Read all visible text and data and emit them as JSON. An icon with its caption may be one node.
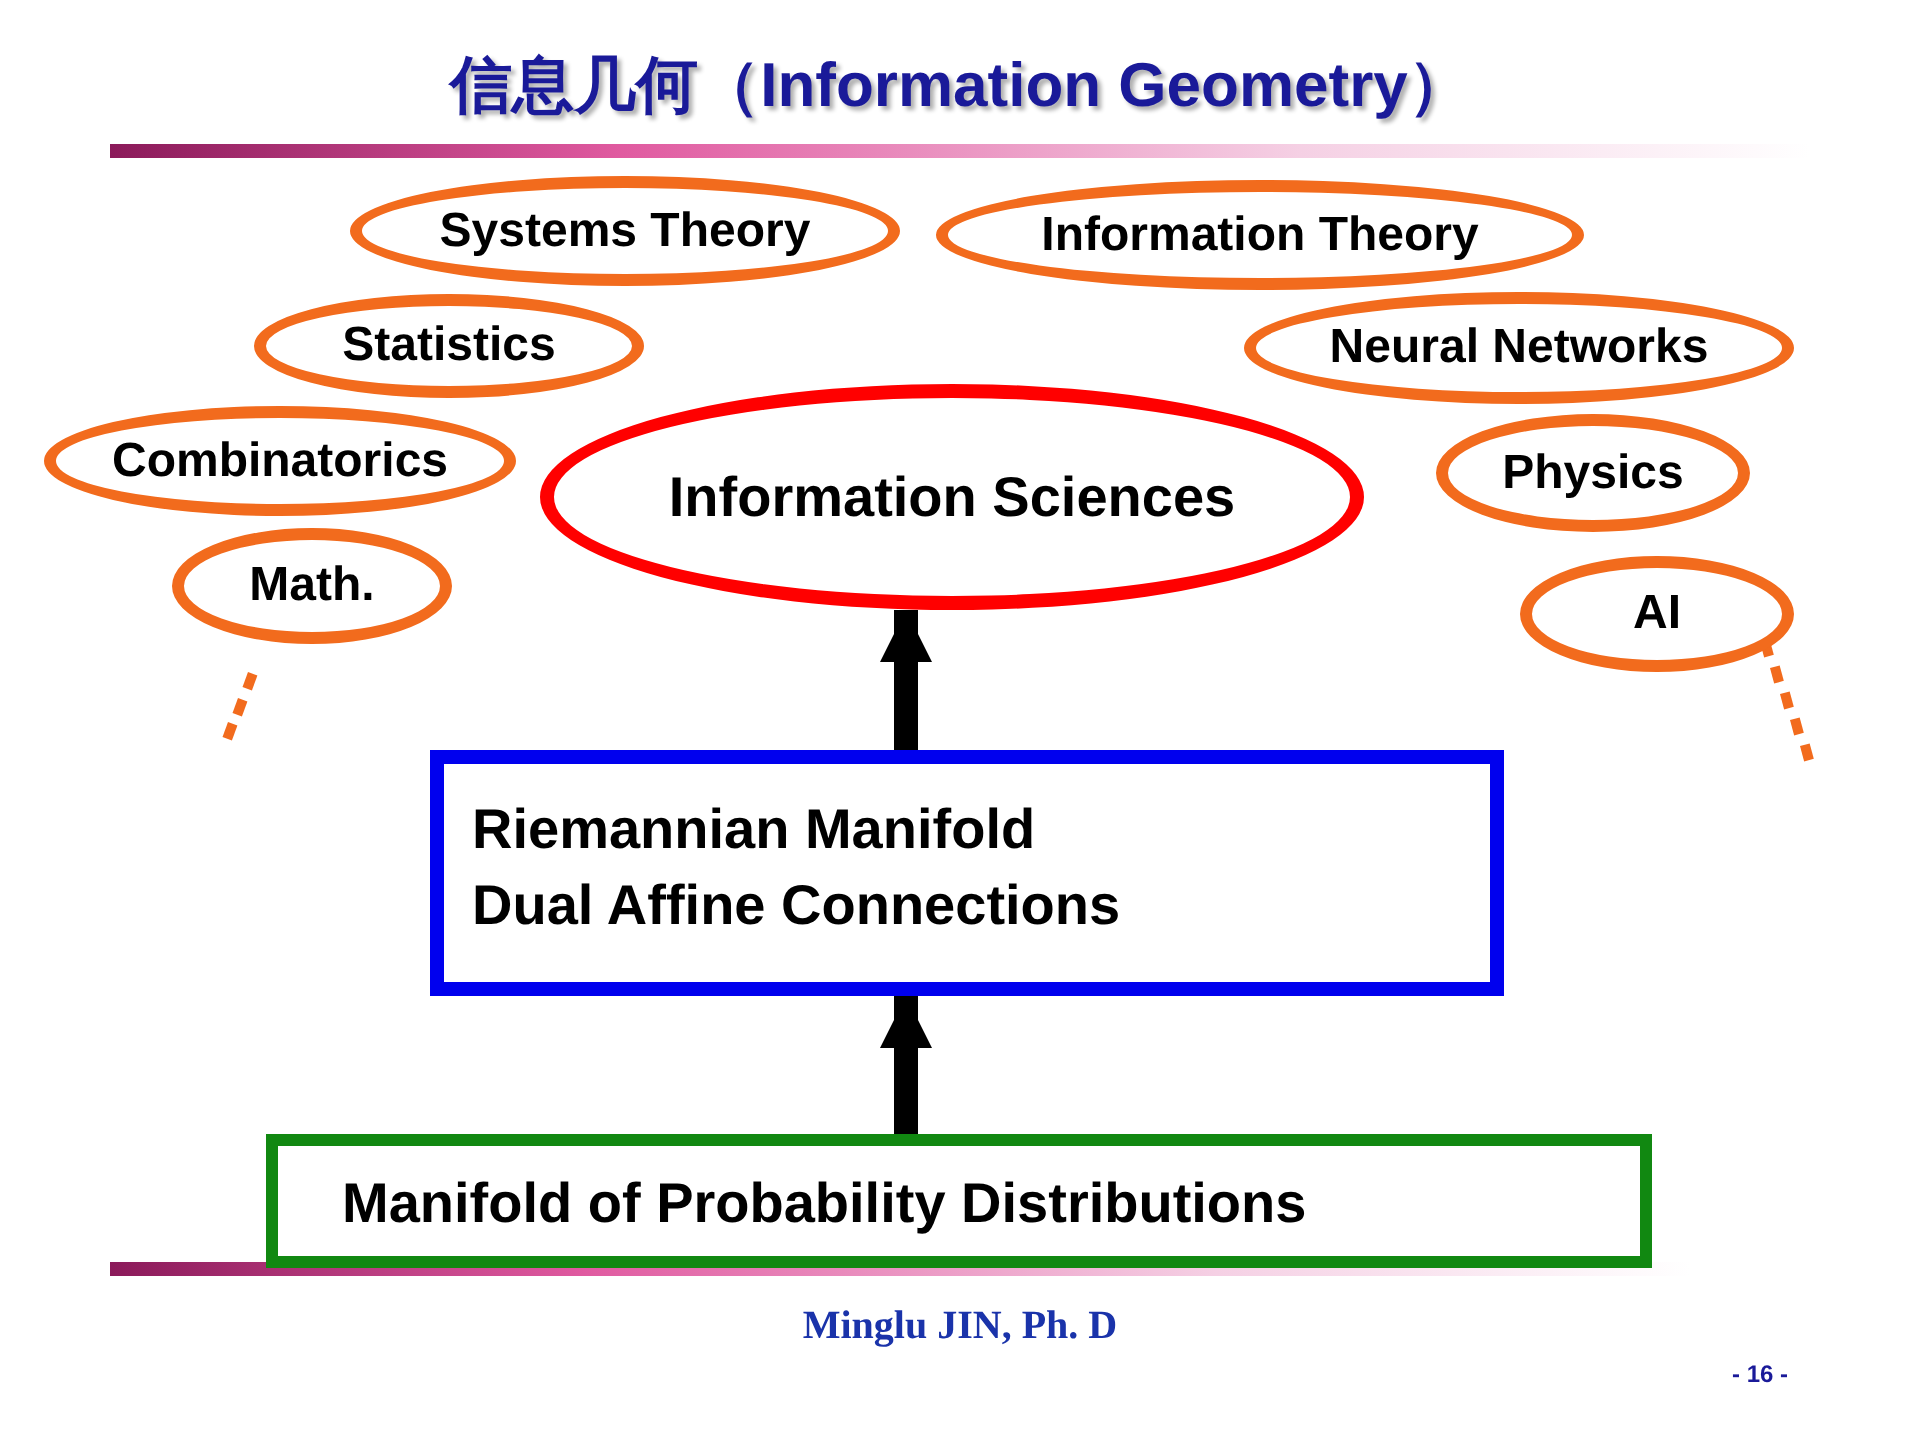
{
  "diagram": {
    "title": "信息几何（Information Geometry）",
    "nodes": [
      {
        "text": [
          "Systems Theory"
        ]
      },
      {
        "text": [
          "Information Theory"
        ]
      },
      {
        "text": [
          "Statistics"
        ]
      },
      {
        "text": [
          "Neural Networks"
        ]
      },
      {
        "text": [
          "Combinatorics"
        ]
      },
      {
        "text": [
          "Information Sciences"
        ]
      },
      {
        "text": [
          "Physics"
        ]
      },
      {
        "text": [
          "Math."
        ]
      },
      {
        "text": [
          "AI"
        ]
      },
      {
        "text": [
          "Riemannian Manifold",
          "Dual Affine Connections"
        ]
      },
      {
        "text": [
          "Manifold of Probability Distributions"
        ]
      }
    ],
    "edges": [
      {
        "from": 10,
        "to": 9,
        "arrow": "to"
      },
      {
        "from": 9,
        "to": 5,
        "arrow": "to"
      }
    ],
    "labels": [
      "Minglu JIN, Ph. D",
      "- 16 -"
    ]
  }
}
